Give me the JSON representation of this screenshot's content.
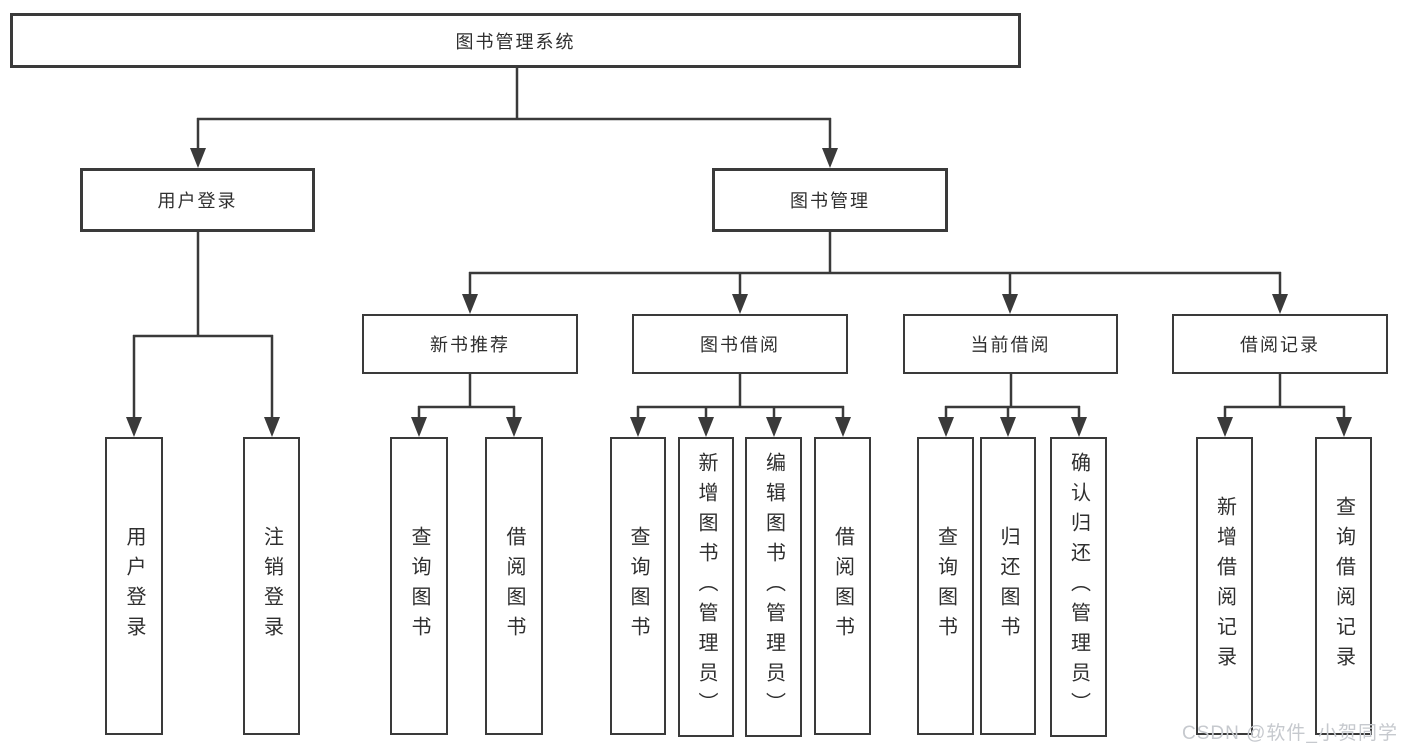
{
  "diagram": {
    "root": "图书管理系统",
    "user_login": {
      "label": "用户登录",
      "children": [
        "用户登录",
        "注销登录"
      ]
    },
    "book_mgmt": {
      "label": "图书管理",
      "sections": {
        "new_book_rec": {
          "label": "新书推荐",
          "children": [
            "查询图书",
            "借阅图书"
          ]
        },
        "book_borrow": {
          "label": "图书借阅",
          "children": [
            "查询图书",
            "新增图书（管理员）",
            "编辑图书（管理员）",
            "借阅图书"
          ]
        },
        "current_borrow": {
          "label": "当前借阅",
          "children": [
            "查询图书",
            "归还图书",
            "确认归还（管理员）"
          ]
        },
        "borrow_records": {
          "label": "借阅记录",
          "children": [
            "新增借阅记录",
            "查询借阅记录"
          ]
        }
      }
    }
  },
  "watermark": "CSDN @软件_小贺同学",
  "colors": {
    "line": "#3a3a3a",
    "text": "#2f2f2f",
    "watermark": "#c6c9ce",
    "background": "#ffffff"
  }
}
